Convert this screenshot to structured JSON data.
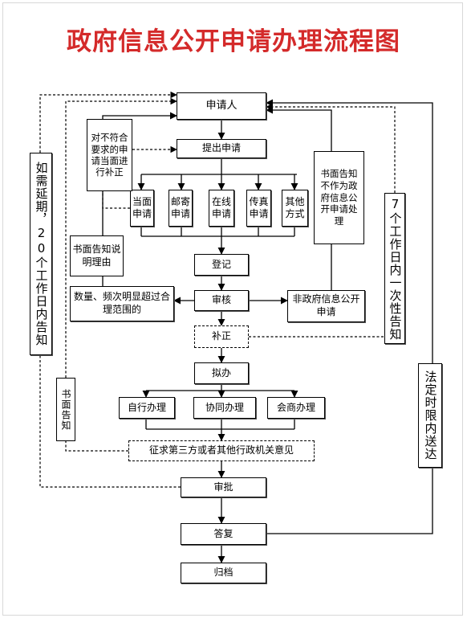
{
  "title": "政府信息公开申请办理流程图",
  "nodes": {
    "applicant": "申请人",
    "submit": "提出申请",
    "methods": [
      "当面申请",
      "邮寄申请",
      "在线申请",
      "传真申请",
      "其他方式"
    ],
    "register": "登记",
    "review": "审核",
    "correct": "补正",
    "draft": "拟办",
    "handling": [
      "自行办理",
      "协同办理",
      "会商办理"
    ],
    "consult": "征求第三方或者其他行政机关意见",
    "approve": "审批",
    "reply": "答复",
    "archive": "归档"
  },
  "notes": {
    "noncompliant": "对不符合要求的申请当面进行补正",
    "extension": "如需延期，20个工作日内告知",
    "written_reason": "书面告知说明理由",
    "excessive": "数量、频次明显超过合理范围的",
    "written_notice": "书面告知",
    "not_public_info_notice": "书面告知不作为政府信息公开申请处理",
    "not_public_info": "非政府信息公开申请",
    "seven_days": "7个工作日内一次性告知",
    "statutory": "法定时限内送达"
  },
  "colors": {
    "title": "#d42a2a",
    "line": "#000000"
  }
}
